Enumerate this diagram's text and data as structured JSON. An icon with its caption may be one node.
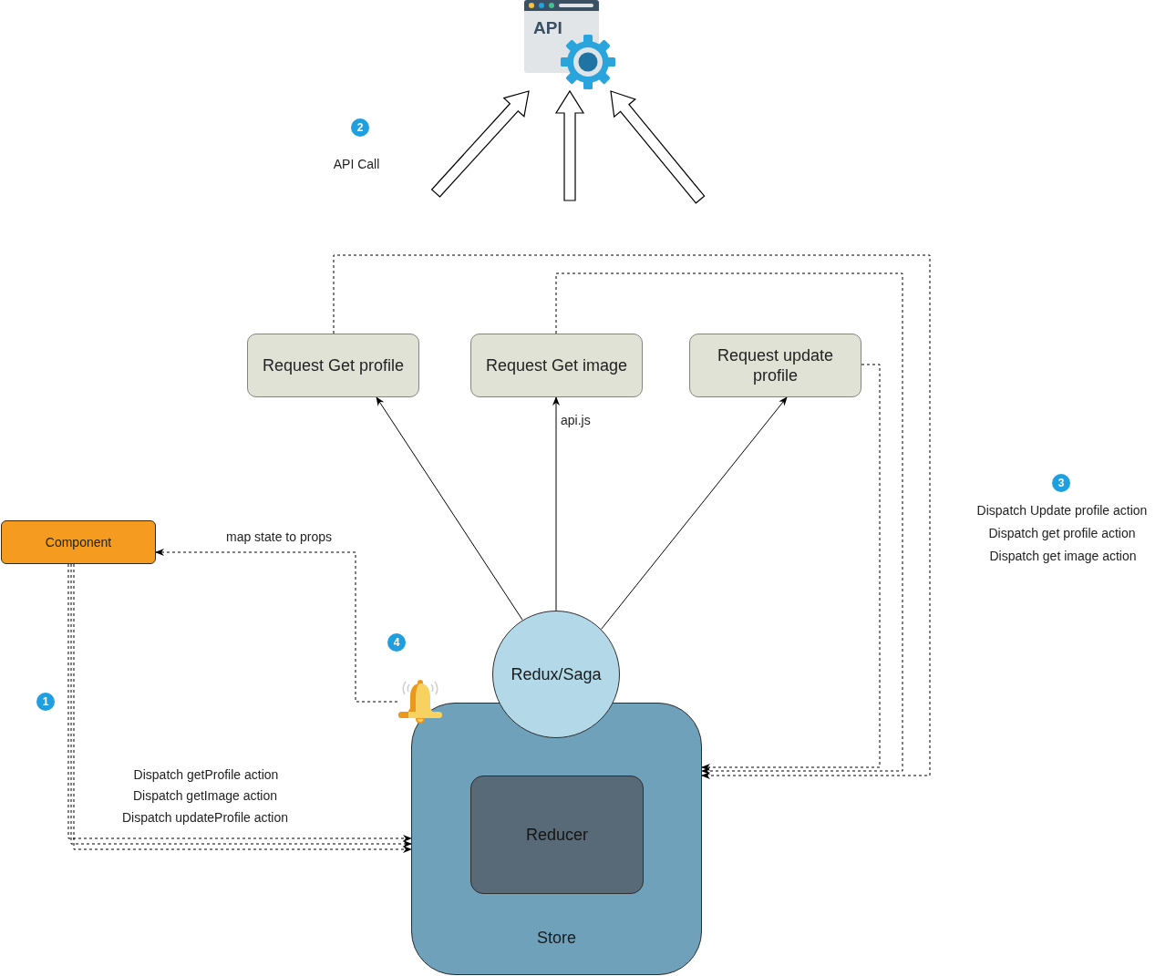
{
  "diagram": {
    "nodes": [
      {
        "text": [
          "API"
        ]
      },
      {
        "text": [
          "Request Get profile"
        ]
      },
      {
        "text": [
          "Request Get image"
        ]
      },
      {
        "text": [
          "Request update profile"
        ]
      },
      {
        "text": [
          "Component"
        ]
      },
      {
        "text": [
          "Store"
        ]
      },
      {
        "text": [
          "Reducer"
        ],
        "in": 5
      },
      {
        "text": [
          "Redux/Saga"
        ]
      },
      {
        "text": [],
        "shape": "picture"
      }
    ],
    "edges": [
      {
        "from": null,
        "to": 0,
        "arrow": "to",
        "style": "thick"
      },
      {
        "from": null,
        "to": 0,
        "arrow": "to",
        "style": "thick"
      },
      {
        "from": null,
        "to": 0,
        "arrow": "to",
        "style": "thick"
      },
      {
        "from": 7,
        "to": 1,
        "arrow": "to"
      },
      {
        "from": 7,
        "to": 2,
        "arrow": "to",
        "label": "api.js"
      },
      {
        "from": 7,
        "to": 3,
        "arrow": "to"
      },
      {
        "from": 1,
        "to": 5,
        "arrow": "to",
        "style": "dashed"
      },
      {
        "from": 2,
        "to": 5,
        "arrow": "to",
        "style": "dashed"
      },
      {
        "from": 3,
        "to": 5,
        "arrow": "to",
        "style": "dashed"
      },
      {
        "from": 4,
        "to": 5,
        "arrow": "to",
        "style": "dashed"
      },
      {
        "from": 4,
        "to": 5,
        "arrow": "to",
        "style": "dashed"
      },
      {
        "from": 4,
        "to": 5,
        "arrow": "to",
        "style": "dashed"
      },
      {
        "from": 8,
        "to": 4,
        "arrow": "to",
        "style": "dashed",
        "label": "map state to props"
      }
    ],
    "labels": [
      "2",
      "API Call",
      "3",
      "Dispatch Update profile action",
      "Dispatch get profile action",
      "Dispatch get image action",
      "4",
      "1",
      "Dispatch getProfile action",
      "Dispatch getImage action",
      "Dispatch updateProfile action"
    ]
  }
}
